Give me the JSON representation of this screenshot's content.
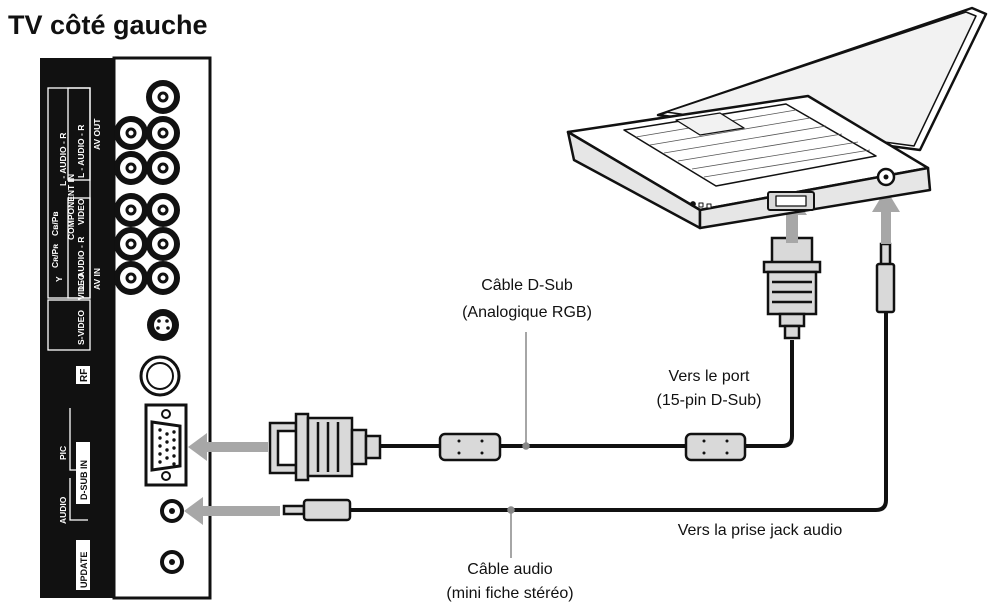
{
  "title": "TV côté gauche",
  "panel_labels": {
    "audio_r_out": "L - AUDIO - R",
    "video_out": "VIDEO",
    "av_out": "AV OUT",
    "audio_r_component": "L - AUDIO - R",
    "component_in": "COMPONENT IN",
    "cbpb": "Cʙ/Pʙ",
    "crpr": "Cʀ/Pʀ",
    "y": "Y",
    "audio_r_av": "L - AUDIO - R",
    "video_in": "VIDEO",
    "av_in": "AV IN",
    "svideo": "S-VIDEO",
    "rf": "RF",
    "pic": "PIC",
    "dsub_in": "D-SUB IN",
    "audio": "AUDIO",
    "update": "UPDATE"
  },
  "callouts": {
    "dsub_cable_line1": "Câble D-Sub",
    "dsub_cable_line2": "(Analogique RGB)",
    "port_line1": "Vers le port",
    "port_line2": "(15-pin D-Sub)",
    "jack": "Vers la prise jack audio",
    "audio_cable_line1": "Câble audio",
    "audio_cable_line2": "(mini fiche stéréo)"
  },
  "colors": {
    "panel": "#111111",
    "arrow": "#a7a7a7",
    "cable": "#111111",
    "connector": "#d9d9d9"
  }
}
